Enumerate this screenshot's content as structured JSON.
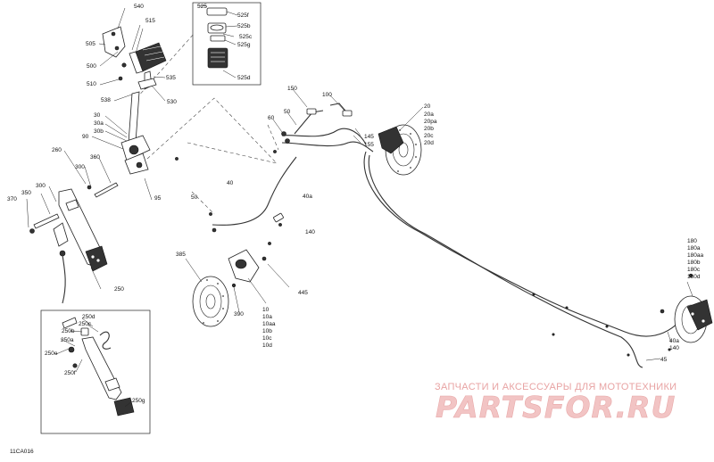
{
  "diagram_code": "11CA016",
  "watermark": {
    "line1": "ЗАПЧАСТИ И АКСЕССУАРЫ ДЛЯ МОТОТЕХНИКИ",
    "line2": "PARTSFOR.RU"
  },
  "labels": {
    "l540": "540",
    "l515": "515",
    "l505": "505",
    "l500": "500",
    "l510": "510",
    "l535": "535",
    "l530": "530",
    "l538": "538",
    "l525": "525",
    "l525f": "525f",
    "l525b": "525b",
    "l525c": "525c",
    "l525g": "525g",
    "l525d": "525d",
    "l30": "30",
    "l30a": "30a",
    "l30b": "30b",
    "l90": "90",
    "l95": "95",
    "l260": "260",
    "l300a": "300",
    "l360": "360",
    "l300b": "300",
    "l350": "350",
    "l370": "370",
    "l250": "250",
    "l150": "150",
    "l100": "100",
    "l60": "60",
    "l50a": "50",
    "l145": "145",
    "l155": "155",
    "l20": "20",
    "l20a": "20a",
    "l20pa": "20pa",
    "l20b": "20b",
    "l20c": "20c",
    "l20d": "20d",
    "l40": "40",
    "l40a": "40a",
    "l140a": "140",
    "l50b": "50",
    "l385": "385",
    "l445": "445",
    "l390": "390",
    "l10": "10",
    "l10a": "10a",
    "l10aa": "10aa",
    "l10b": "10b",
    "l10c": "10c",
    "l10d": "10d",
    "l180": "180",
    "l180a": "180a",
    "l180aa": "180aa",
    "l180b": "180b",
    "l180c": "180c",
    "l180d": "180d",
    "l40b": "40a",
    "l140b": "140",
    "l45": "45",
    "l250d": "250d",
    "l250c": "250c",
    "l250b": "250b",
    "l250a": "250a",
    "l250e": "250e",
    "l250f": "250f",
    "l250g": "250g"
  }
}
